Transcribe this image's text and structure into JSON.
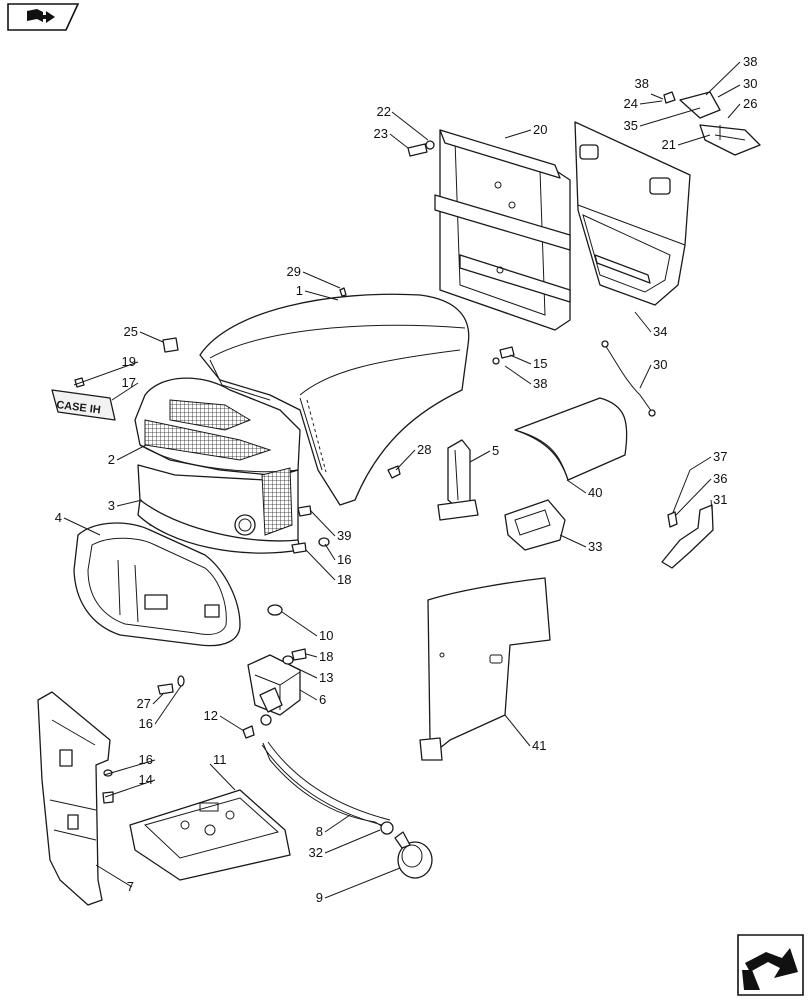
{
  "callouts": [
    {
      "id": "c38a",
      "text": "38"
    },
    {
      "id": "c30a",
      "text": "30"
    },
    {
      "id": "c38b",
      "text": "38"
    },
    {
      "id": "c24",
      "text": "24"
    },
    {
      "id": "c26",
      "text": "26"
    },
    {
      "id": "c35",
      "text": "35"
    },
    {
      "id": "c21",
      "text": "21"
    },
    {
      "id": "c22",
      "text": "22"
    },
    {
      "id": "c20",
      "text": "20"
    },
    {
      "id": "c23",
      "text": "23"
    },
    {
      "id": "c29",
      "text": "29"
    },
    {
      "id": "c1",
      "text": "1"
    },
    {
      "id": "c34",
      "text": "34"
    },
    {
      "id": "c25",
      "text": "25"
    },
    {
      "id": "c15",
      "text": "15"
    },
    {
      "id": "c30b",
      "text": "30"
    },
    {
      "id": "c19",
      "text": "19"
    },
    {
      "id": "c38c",
      "text": "38"
    },
    {
      "id": "c17",
      "text": "17"
    },
    {
      "id": "c28",
      "text": "28"
    },
    {
      "id": "c5",
      "text": "5"
    },
    {
      "id": "c37",
      "text": "37"
    },
    {
      "id": "c2",
      "text": "2"
    },
    {
      "id": "c36",
      "text": "36"
    },
    {
      "id": "c40",
      "text": "40"
    },
    {
      "id": "c31",
      "text": "31"
    },
    {
      "id": "c3",
      "text": "3"
    },
    {
      "id": "c39",
      "text": "39"
    },
    {
      "id": "c4",
      "text": "4"
    },
    {
      "id": "c33",
      "text": "33"
    },
    {
      "id": "c16a",
      "text": "16"
    },
    {
      "id": "c18a",
      "text": "18"
    },
    {
      "id": "c10",
      "text": "10"
    },
    {
      "id": "c18b",
      "text": "18"
    },
    {
      "id": "c13",
      "text": "13"
    },
    {
      "id": "c27",
      "text": "27"
    },
    {
      "id": "c6",
      "text": "6"
    },
    {
      "id": "c16b",
      "text": "16"
    },
    {
      "id": "c12",
      "text": "12"
    },
    {
      "id": "c41",
      "text": "41"
    },
    {
      "id": "c16c",
      "text": "16"
    },
    {
      "id": "c11",
      "text": "11"
    },
    {
      "id": "c14",
      "text": "14"
    },
    {
      "id": "c8",
      "text": "8"
    },
    {
      "id": "c32",
      "text": "32"
    },
    {
      "id": "c7",
      "text": "7"
    },
    {
      "id": "c9",
      "text": "9"
    }
  ],
  "emblem_text": "CASE IH",
  "icons": {
    "top_left": "book-arrow-icon",
    "bottom_right": "next-arrow-icon"
  },
  "colors": {
    "line": "#1a1a1a",
    "background": "#ffffff"
  }
}
